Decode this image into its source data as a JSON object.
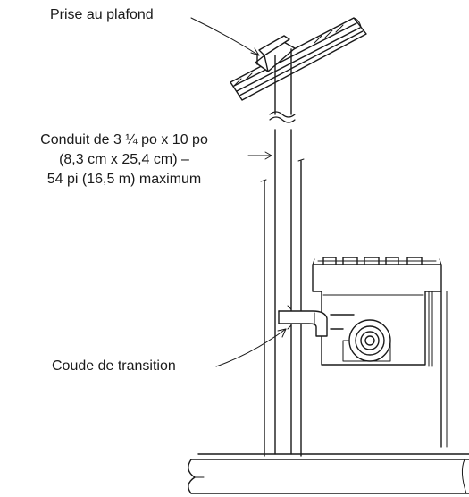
{
  "diagram": {
    "labels": {
      "ceiling_cap": "Prise au plafond",
      "duct_line1": "Conduit de 3 ¼ po x 10 po",
      "duct_line2": "(8,3 cm x 25,4 cm) –",
      "duct_line3": "54 pi (16,5 m) maximum",
      "transition_elbow": "Coude de transition"
    },
    "colors": {
      "line": "#1a1a1a",
      "background": "#ffffff"
    }
  }
}
